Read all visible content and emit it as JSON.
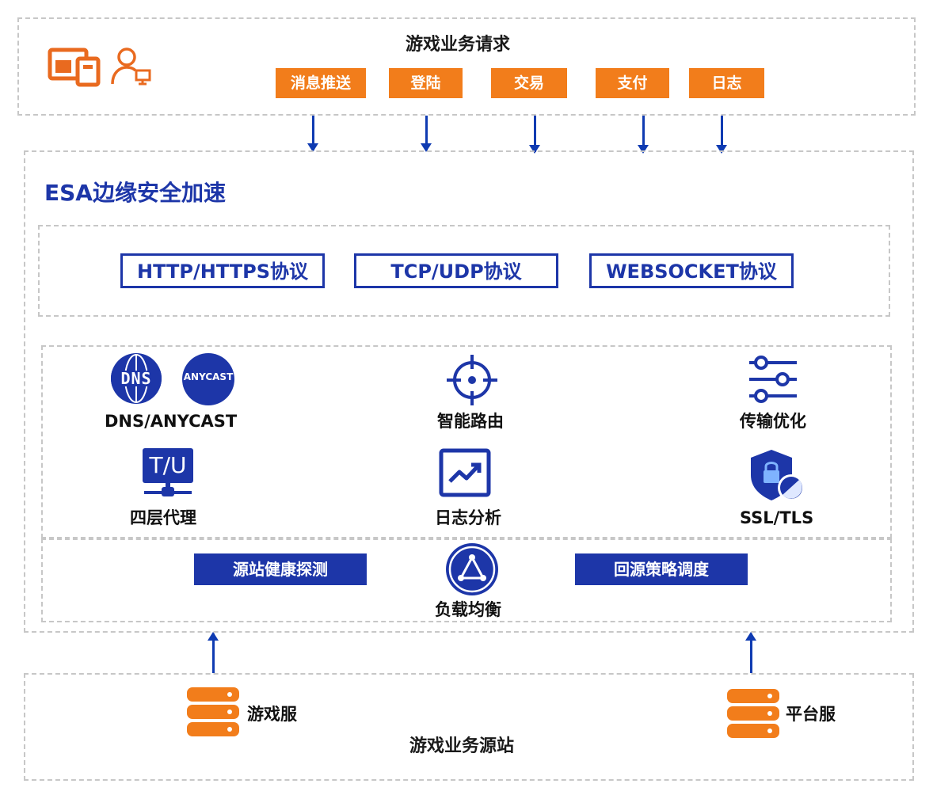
{
  "top": {
    "title": "游戏业务请求",
    "requests": [
      "消息推送",
      "登陆",
      "交易",
      "支付",
      "日志"
    ]
  },
  "esa": {
    "title": "ESA边缘安全加速",
    "protocols": [
      "HTTP/HTTPS协议",
      "TCP/UDP协议",
      "WEBSOCKET协议"
    ],
    "features": {
      "dns": "DNS/ANYCAST",
      "anycast_badge": "ANYCAST",
      "dns_badge": "DNS",
      "routing": "智能路由",
      "transport": "传输优化",
      "layer4": "四层代理",
      "layer4_badge": "T/U",
      "log": "日志分析",
      "ssl": "SSL/TLS",
      "lb": "负载均衡"
    },
    "tags": [
      "源站健康探测",
      "回源策略调度"
    ]
  },
  "origin": {
    "title": "游戏业务源站",
    "servers": [
      "游戏服",
      "平台服"
    ]
  },
  "colors": {
    "orange": "#f27d1b",
    "blue": "#1d36a8",
    "arrow": "#0f3bb2",
    "dash": "#c7c7c7"
  }
}
